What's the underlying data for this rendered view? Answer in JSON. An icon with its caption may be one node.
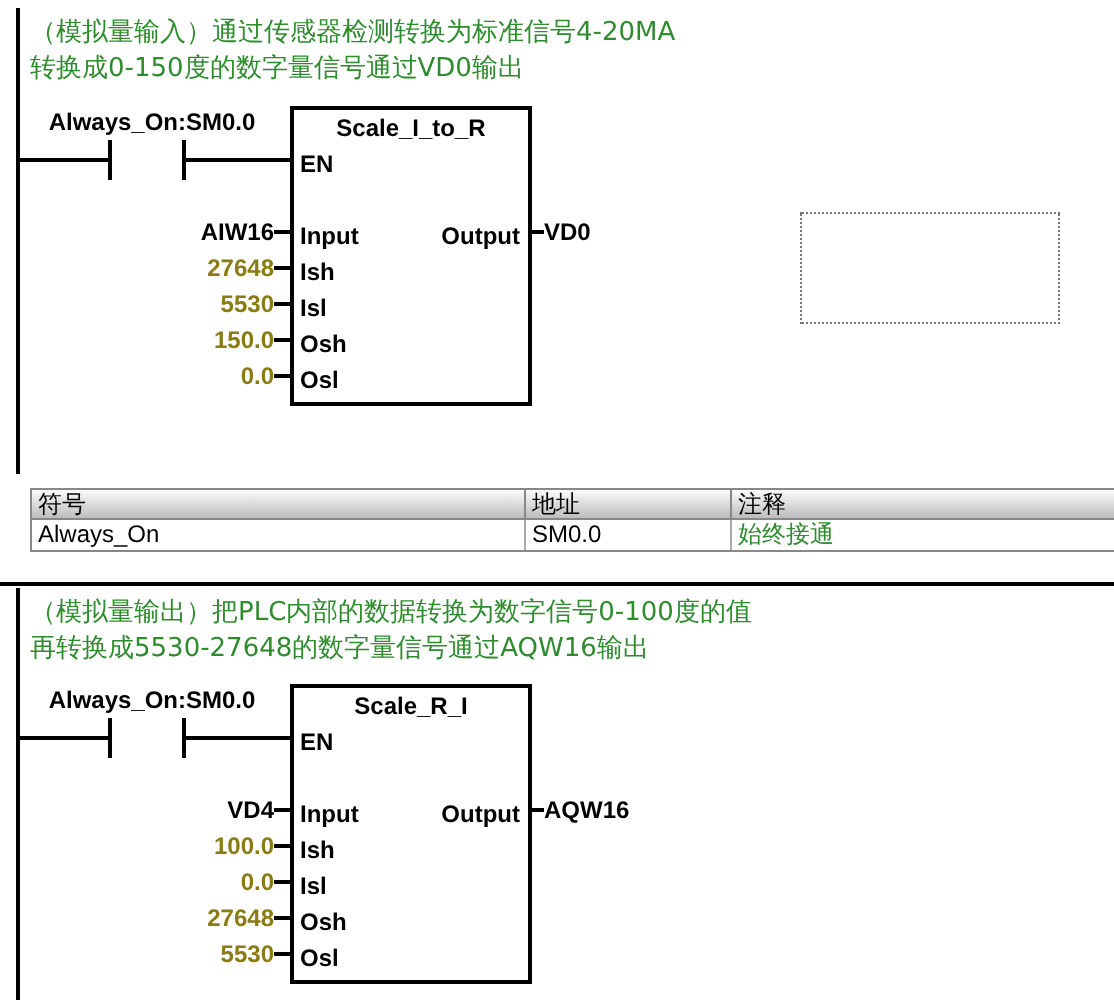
{
  "diagram": {
    "nodes": [
      {
        "text": [],
        "shape": "bar"
      },
      {
        "text": [
          "Always_On:SM0.0"
        ]
      },
      {
        "text": [
          "Scale_I_to_R",
          "EN",
          "Input",
          "Ish",
          "Isl",
          "Osh",
          "Osl",
          "Output"
        ]
      },
      {
        "text": [
          "AIW16"
        ]
      },
      {
        "text": [
          "27648"
        ]
      },
      {
        "text": [
          "5530"
        ]
      },
      {
        "text": [
          "150.0"
        ]
      },
      {
        "text": [
          "0.0"
        ]
      },
      {
        "text": [
          "VD0"
        ]
      },
      {
        "text": [],
        "shape": "bar"
      },
      {
        "text": [
          "Always_On:SM0.0"
        ]
      },
      {
        "text": [
          "Scale_R_I",
          "EN",
          "Input",
          "Ish",
          "Isl",
          "Osh",
          "Osl",
          "Output"
        ]
      },
      {
        "text": [
          "VD4"
        ]
      },
      {
        "text": [
          "100.0"
        ]
      },
      {
        "text": [
          "0.0"
        ]
      },
      {
        "text": [
          "27648"
        ]
      },
      {
        "text": [
          "5530"
        ]
      },
      {
        "text": [
          "AQW16"
        ]
      }
    ],
    "edges": [
      {
        "from": 0,
        "to": 1,
        "arrow": "none"
      },
      {
        "from": 1,
        "to": 2,
        "arrow": "none"
      },
      {
        "from": 3,
        "to": 2,
        "arrow": "none"
      },
      {
        "from": 4,
        "to": 2,
        "arrow": "none"
      },
      {
        "from": 5,
        "to": 2,
        "arrow": "none"
      },
      {
        "from": 6,
        "to": 2,
        "arrow": "none"
      },
      {
        "from": 7,
        "to": 2,
        "arrow": "none"
      },
      {
        "from": 2,
        "to": 8,
        "arrow": "none"
      },
      {
        "from": 9,
        "to": 10,
        "arrow": "none"
      },
      {
        "from": 10,
        "to": 11,
        "arrow": "none"
      },
      {
        "from": 12,
        "to": 11,
        "arrow": "none"
      },
      {
        "from": 13,
        "to": 11,
        "arrow": "none"
      },
      {
        "from": 14,
        "to": 11,
        "arrow": "none"
      },
      {
        "from": 15,
        "to": 11,
        "arrow": "none"
      },
      {
        "from": 16,
        "to": 11,
        "arrow": "none"
      },
      {
        "from": 11,
        "to": 17,
        "arrow": "none"
      }
    ],
    "labels": [
      "（模拟量输入）通过传感器检测转换为标准信号4-20MA",
      "转换成0-150度的数字量信号通过VD0输出",
      "符号",
      "地址",
      "注释",
      "Always_On",
      "SM0.0",
      "始终接通",
      "（模拟量输出）把PLC内部的数据转换为数字信号0-100度的值",
      "再转换成5530-27648的数字量信号通过AQW16输出"
    ]
  }
}
